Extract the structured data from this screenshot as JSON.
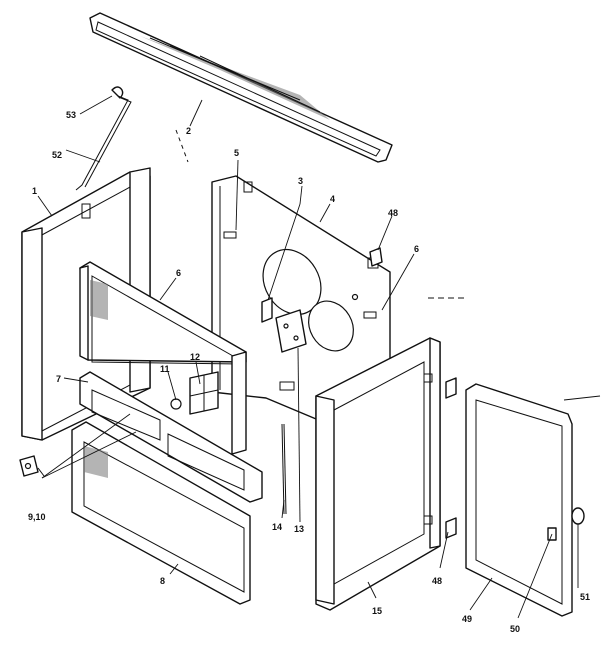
{
  "callouts": {
    "c1": "1",
    "c2": "2",
    "c3": "3",
    "c4": "4",
    "c5": "5",
    "c6a": "6",
    "c6b": "6",
    "c7": "7",
    "c8": "8",
    "c9_10": "9,10",
    "c11": "11",
    "c12": "12",
    "c13": "13",
    "c14": "14",
    "c15": "15",
    "c48a": "48",
    "c48b": "48",
    "c49": "49",
    "c50": "50",
    "c51": "51",
    "c52": "52",
    "c53": "53"
  }
}
